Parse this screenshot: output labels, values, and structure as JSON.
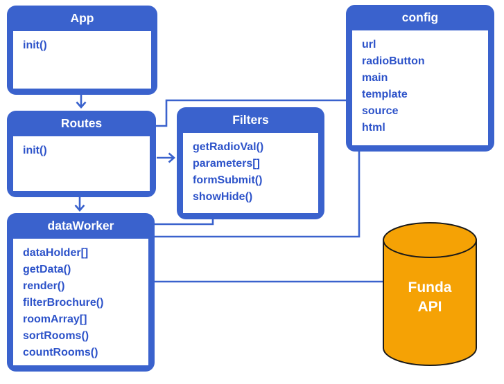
{
  "colors": {
    "blue": "#3A62CD",
    "textblue": "#2C52C9",
    "orange": "#F5A205",
    "outline": "#1A1A1A",
    "white": "#FFFFFF"
  },
  "diagram": {
    "boxes": [
      {
        "id": "app",
        "title": "App",
        "members": [
          "init()"
        ]
      },
      {
        "id": "routes",
        "title": "Routes",
        "members": [
          "init()"
        ]
      },
      {
        "id": "filters",
        "title": "Filters",
        "members": [
          "getRadioVal()",
          "parameters[]",
          "formSubmit()",
          "showHide()"
        ]
      },
      {
        "id": "config",
        "title": "config",
        "members": [
          "url",
          "radioButton",
          "main",
          "template",
          "source",
          "html"
        ]
      },
      {
        "id": "dataworker",
        "title": "dataWorker",
        "members": [
          "dataHolder[]",
          "getData()",
          "render()",
          "filterBrochure()",
          "roomArray[]",
          "sortRooms()",
          "countRooms()"
        ]
      }
    ],
    "database": {
      "label_line1": "Funda",
      "label_line2": "API"
    },
    "edges": [
      {
        "from": "App",
        "to": "Routes",
        "arrow": true
      },
      {
        "from": "Routes",
        "to": "Filters",
        "arrow": true
      },
      {
        "from": "Routes",
        "to": "dataWorker",
        "arrow": true
      },
      {
        "from": "Routes",
        "to": "config",
        "arrow": false
      },
      {
        "from": "Filters",
        "to": "dataWorker",
        "arrow": false
      },
      {
        "from": "config",
        "to": "dataWorker",
        "arrow": false
      },
      {
        "from": "dataWorker",
        "to": "Funda API",
        "arrow": false
      }
    ]
  }
}
